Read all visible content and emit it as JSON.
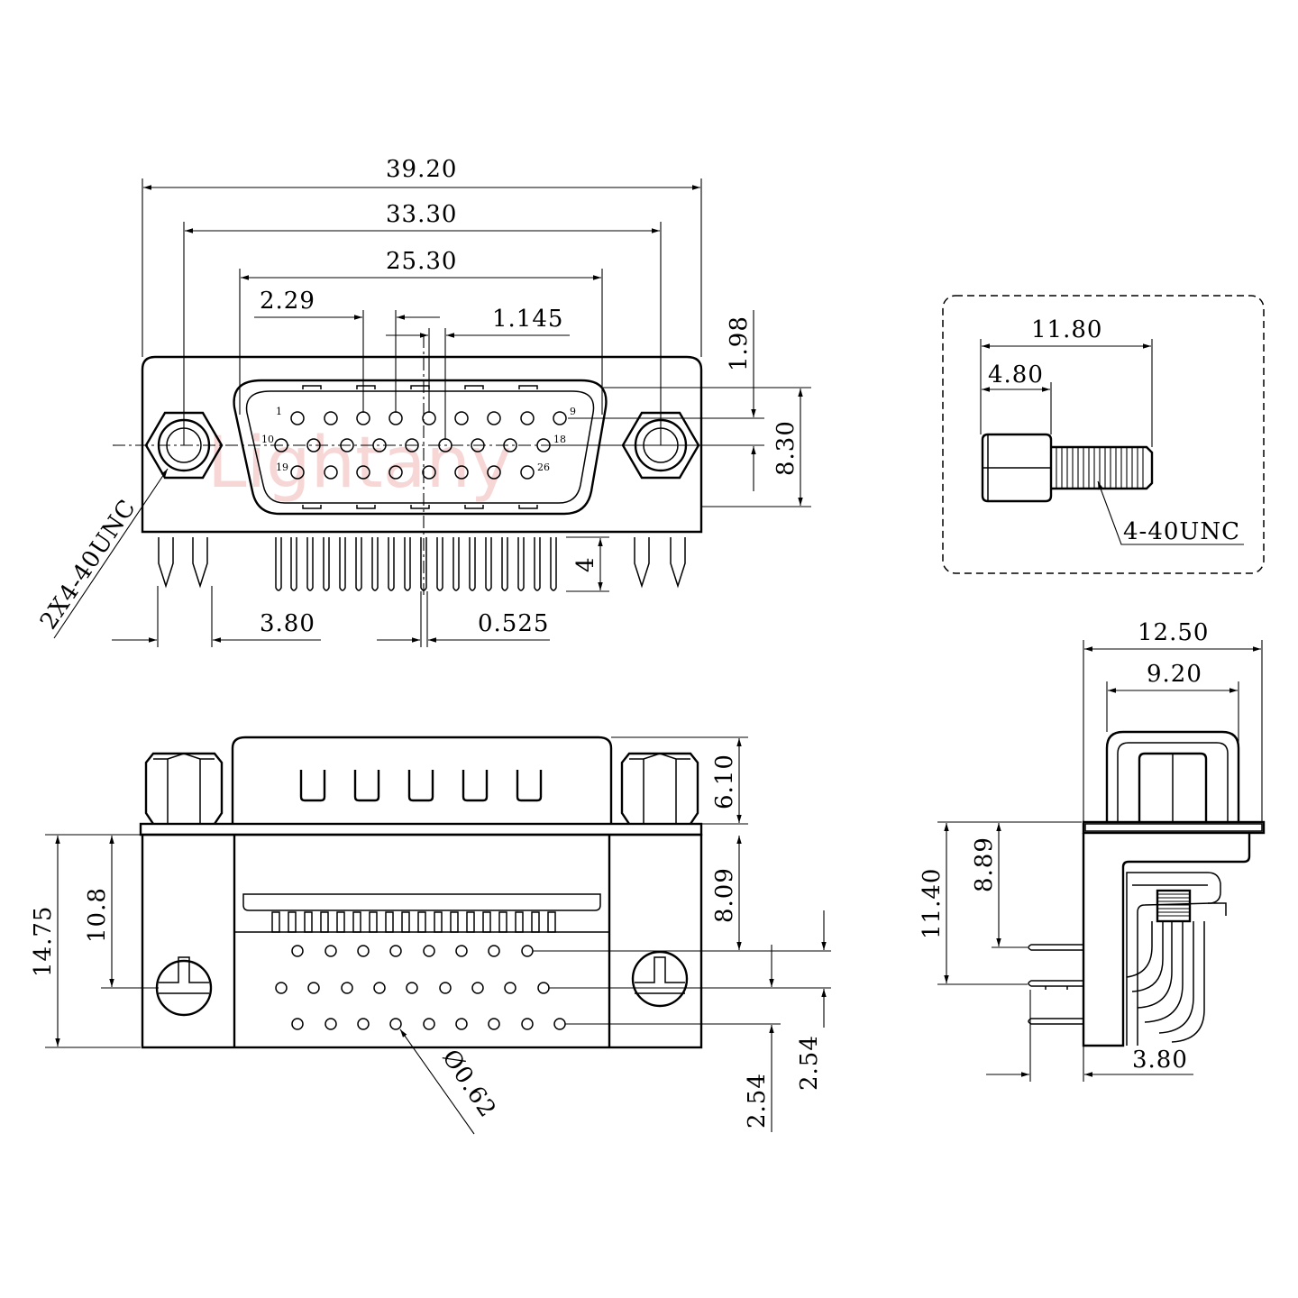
{
  "watermark": "Lightany",
  "front_view": {
    "dims": {
      "overall_width": "39.20",
      "mount_hole_spacing": "33.30",
      "shell_width": "25.30",
      "pin_pitch": "2.29",
      "pin_half_pitch": "1.145",
      "row_offset": "1.98",
      "shell_height": "8.30",
      "pin_length": "4",
      "board_lock_offset": "3.80",
      "pin_diameter_tail": "0.525"
    },
    "thread_callout": "2X4-40UNC",
    "pin_labels": [
      "1",
      "9",
      "10",
      "18",
      "19",
      "26"
    ]
  },
  "detail_view": {
    "dims": {
      "overall_length": "11.80",
      "hex_length": "4.80"
    },
    "thread_callout": "4-40UNC"
  },
  "bottom_view": {
    "dims": {
      "total_height": "14.75",
      "hole_to_edge": "10.8",
      "shell_depth": "6.10",
      "pcb_to_pin": "8.09",
      "row_pitch_a": "2.54",
      "row_pitch_b": "2.54",
      "hole_diameter": "Ø0.62"
    }
  },
  "side_view": {
    "dims": {
      "overall_depth": "12.50",
      "shell_depth": "9.20",
      "height": "11.40",
      "pin_height": "8.89",
      "board_lock_offset": "3.80"
    }
  }
}
